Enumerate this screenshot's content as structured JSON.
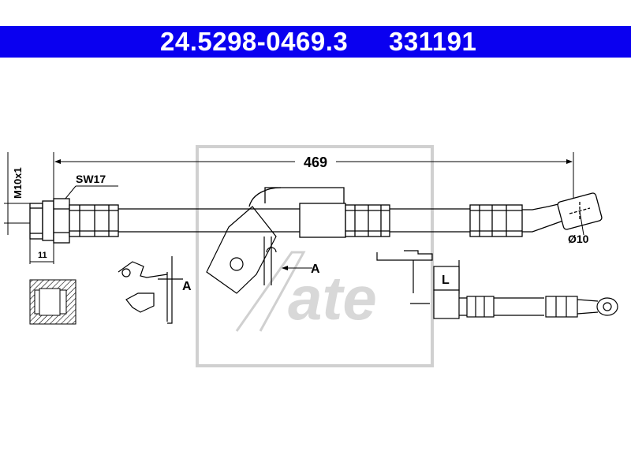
{
  "header": {
    "part_number": "24.5298-0469.3",
    "reference": "331191",
    "background": "#0a00f0",
    "text_color": "#ffffff"
  },
  "drawing": {
    "length": "469",
    "thread": "M10x1",
    "wrench_size": "SW17",
    "thread_length": "11",
    "eye_diameter": "Ø10",
    "view_marker_left": "A",
    "view_marker_right": "A",
    "detail_label": "L"
  },
  "watermark": {
    "brand": "ate",
    "color": "#d0d0d0"
  }
}
